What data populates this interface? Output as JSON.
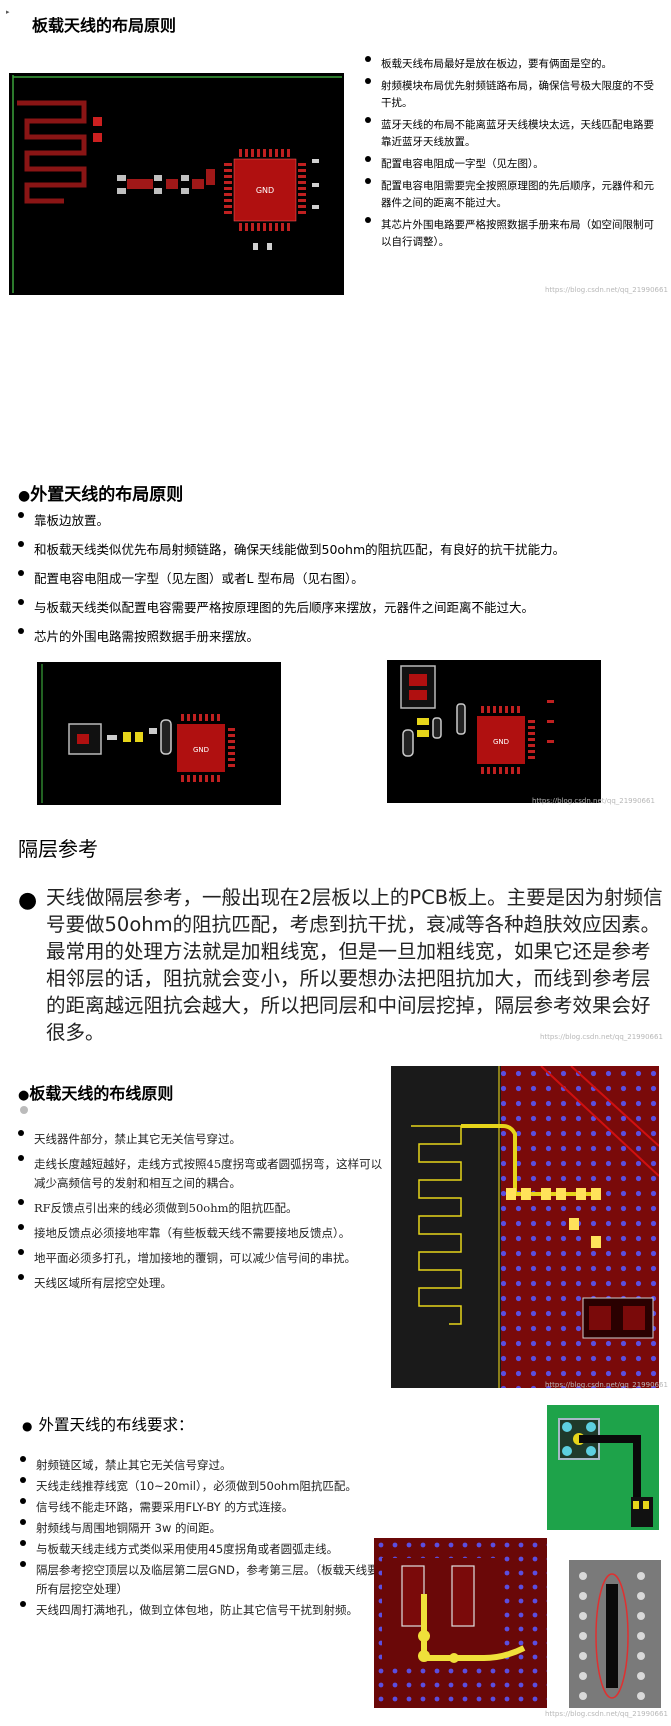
{
  "section1": {
    "title": "板载天线的布局原则",
    "bullets": [
      "板载天线布局最好是放在板边，要有俩面是空的。",
      "射频模块布局优先射频链路布局，确保信号极大限度的不受干扰。",
      "蓝牙天线的布局不能离蓝牙天线模块太远，天线匹配电路要靠近蓝牙天线放置。",
      "配置电容电阻成一字型（见左图）。",
      "配置电容电阻需要完全按照原理图的先后顺序，元器件和元器件之间的距离不能过大。",
      "其芯片外围电路要严格按照数据手册来布局（如空间限制可以自行调整）。"
    ],
    "gnd_label": "GND",
    "watermark": "https://blog.csdn.net/qq_21990661"
  },
  "section2": {
    "title": "外置天线的布局原则",
    "bullets": [
      "靠板边放置。",
      "和板载天线类似优先布局射频链路，确保天线能做到50ohm的阻抗匹配，有良好的抗干扰能力。",
      "配置电容电阻成一字型（见左图）或者L 型布局（见右图）。",
      "与板载天线类似配置电容需要严格按原理图的先后顺序来摆放，元器件之间距离不能过大。",
      "芯片的外围电路需按照数据手册来摆放。"
    ],
    "gnd_left": "GND",
    "gnd_right": "GND",
    "watermark": "https://blog.csdn.net/qq_21990661"
  },
  "section3": {
    "title": "隔层参考",
    "paragraph": "天线做隔层参考，一般出现在2层板以上的PCB板上。主要是因为射频信号要做50ohm的阻抗匹配，考虑到抗干扰，衰减等各种趋肤效应因素。最常用的处理方法就是加粗线宽，但是一旦加粗线宽，如果它还是参考相邻层的话，阻抗就会变小，所以要想办法把阻抗加大，而线到参考层的距离越远阻抗会越大，所以把同层和中间层挖掉，隔层参考效果会好很多。",
    "watermark": "https://blog.csdn.net/qq_21990661"
  },
  "section4": {
    "title": "板载天线的布线原则",
    "bullets": [
      "天线器件部分，禁止其它无关信号穿过。",
      "走线长度越短越好，走线方式按照45度拐弯或者圆弧拐弯，这样可以减少高频信号的发射和相互之间的耦合。",
      "RF反馈点引出来的线必须做到50ohm的阻抗匹配。",
      "接地反馈点必须接地牢靠（有些板载天线不需要接地反馈点）。",
      "地平面必须多打孔，增加接地的覆铜，可以减少信号间的串扰。",
      "天线区域所有层挖空处理。"
    ],
    "watermark": "https://blog.csdn.net/qq_21990661"
  },
  "section5": {
    "title": "外置天线的布线要求：",
    "bullets": [
      "射频链区域，禁止其它无关信号穿过。",
      "天线走线推荐线宽（10~20mil），必须做到50ohm阻抗匹配。",
      "信号线不能走环路，需要采用FLY-BY 的方式连接。",
      "射频线与周围地铜隔开 3w 的间距。",
      "与板载天线走线方式类似采用使用45度拐角或者圆弧走线。",
      "隔层参考挖空顶层以及临层第二层GND，参考第三层。（板载天线要所有层挖空处理）",
      "天线四周打满地孔，做到立体包地，防止其它信号干扰到射频。"
    ],
    "watermark": "https://blog.csdn.net/qq_21990661"
  }
}
